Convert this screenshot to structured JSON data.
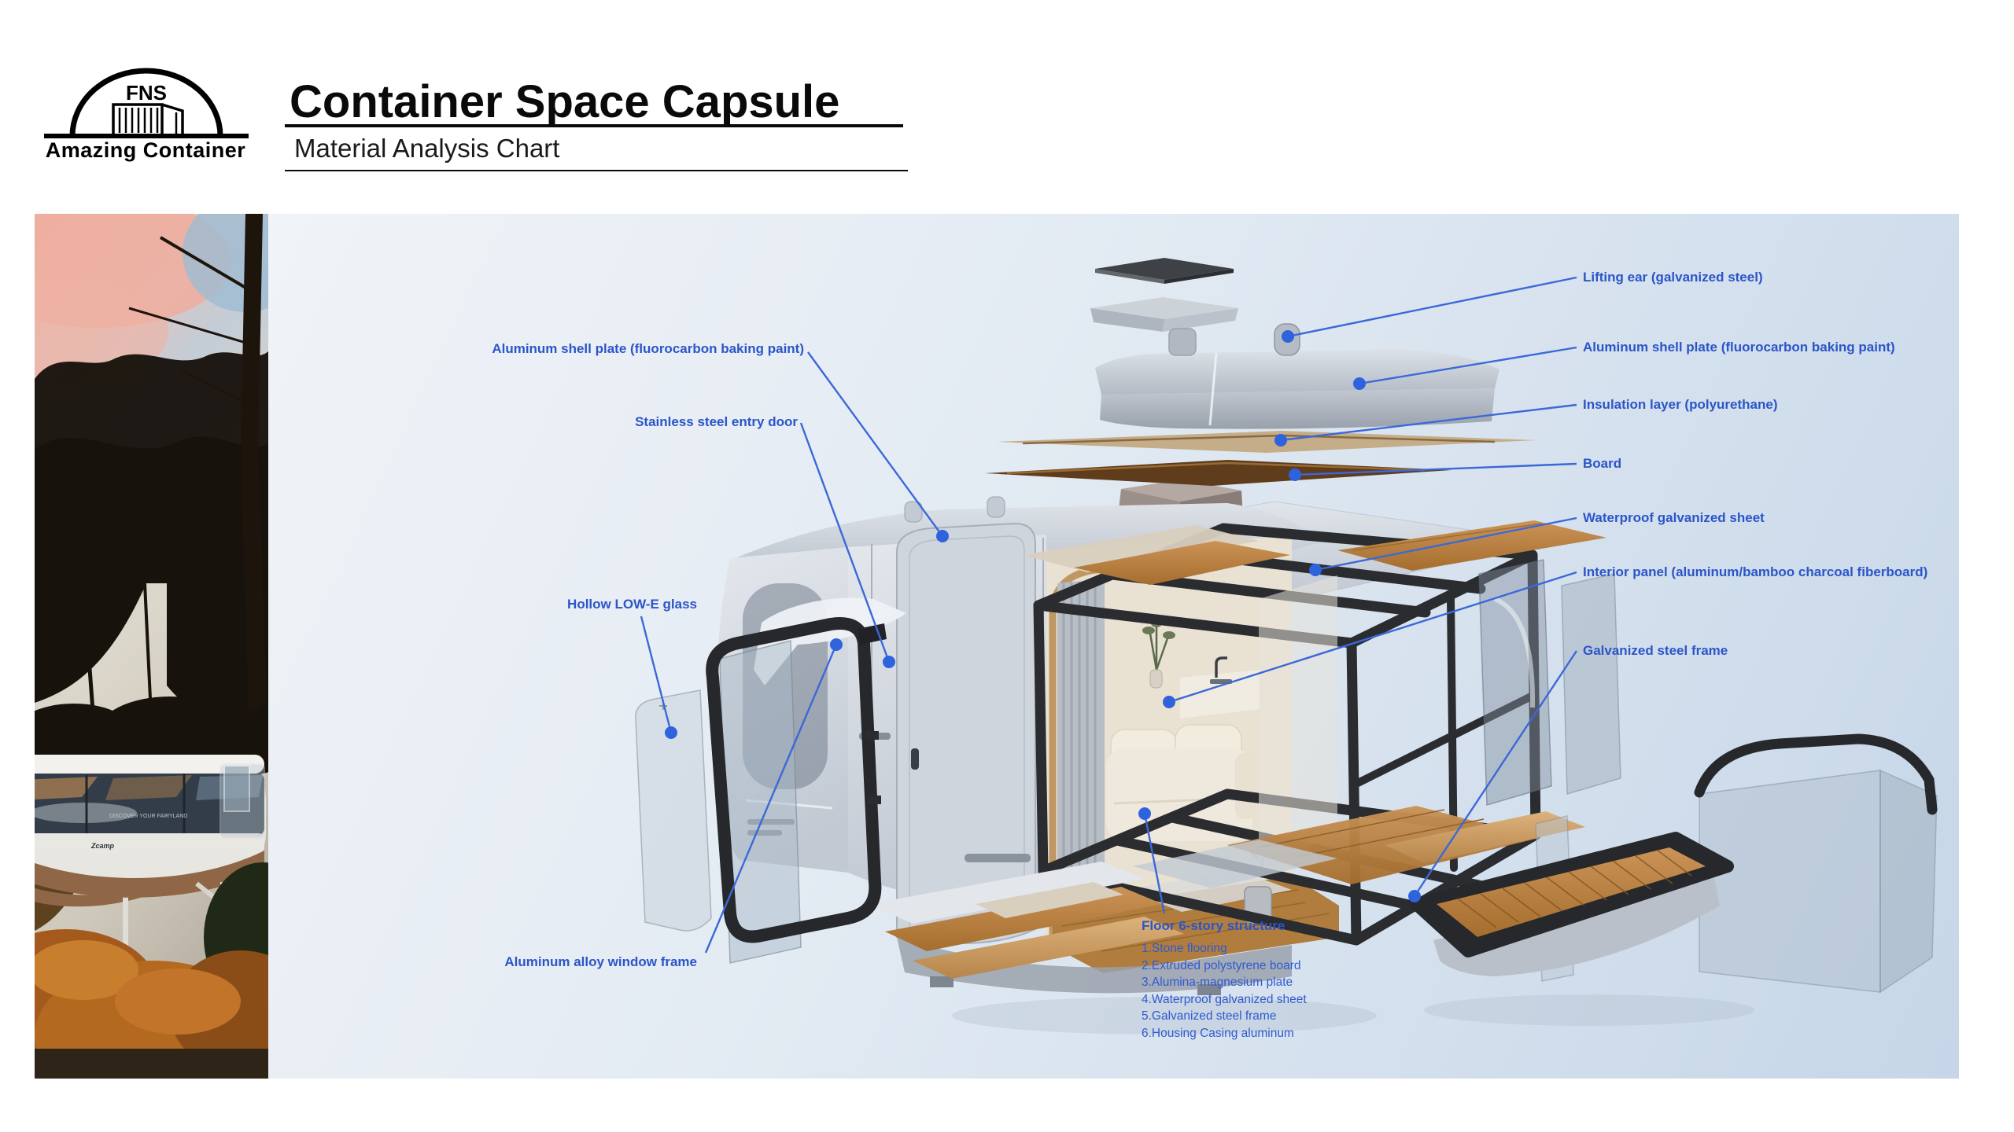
{
  "header": {
    "logo_acronym": "FNS",
    "logo_tagline": "Amazing Container",
    "title": "Container Space Capsule",
    "subtitle": "Material Analysis Chart"
  },
  "photo": {
    "capsule_brand": "Zcamp",
    "capsule_slogan": "DISCOVER YOUR FAIRYLAND"
  },
  "diagram": {
    "labels": {
      "lifting_ear": "Lifting ear (galvanized steel)",
      "shell_right": "Aluminum shell plate (fluorocarbon baking paint)",
      "insulation": "Insulation layer (polyurethane)",
      "board": "Board",
      "waterproof": "Waterproof galvanized sheet",
      "interior_panel": "Interior panel (aluminum/bamboo charcoal fiberboard)",
      "steel_frame": "Galvanized steel frame",
      "shell_left": "Aluminum shell plate (fluorocarbon baking paint)",
      "entry_door": "Stainless steel entry door",
      "low_e_glass": "Hollow LOW-E glass",
      "window_frame": "Aluminum alloy window frame"
    },
    "floor_structure": {
      "title": "Floor 6-story structure",
      "items": [
        "1.Stone flooring",
        "2.Extruded polystyrene board",
        "3.Alumina-magnesium plate",
        "4.Waterproof galvanized sheet",
        "5.Galvanized steel frame",
        "6.Housing Casing aluminum"
      ]
    },
    "colors": {
      "label_text": "#2b55c8",
      "leader_line": "#3c68d8",
      "leader_dot": "#2f62dd",
      "background_top": "#f0f3f7",
      "background_bottom": "#c6d6e8"
    }
  }
}
